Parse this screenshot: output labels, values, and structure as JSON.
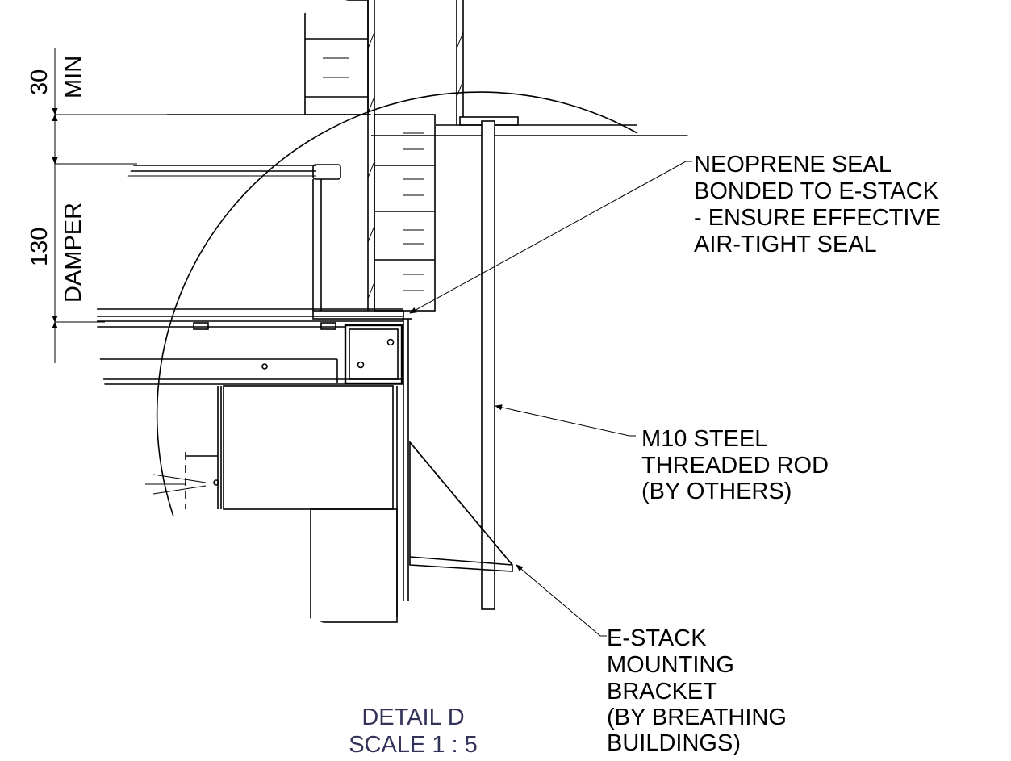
{
  "colors": {
    "line": "#000000",
    "caption": "#33335a",
    "background": "#ffffff"
  },
  "dimensions": {
    "top_value": "30",
    "top_label": "MIN",
    "damper_value": "130",
    "damper_label": "DAMPER"
  },
  "callouts": {
    "seal": {
      "lines": [
        "NEOPRENE SEAL",
        "BONDED TO E-STACK",
        "- ENSURE EFFECTIVE",
        "AIR-TIGHT SEAL"
      ]
    },
    "rod": {
      "lines": [
        "M10 STEEL",
        "THREADED ROD",
        "(BY OTHERS)"
      ]
    },
    "bracket": {
      "lines": [
        "E-STACK",
        "MOUNTING",
        "BRACKET",
        "(BY BREATHING",
        "BUILDINGS)"
      ]
    }
  },
  "caption": {
    "line1": "DETAIL D",
    "line2": "SCALE 1 : 5"
  }
}
